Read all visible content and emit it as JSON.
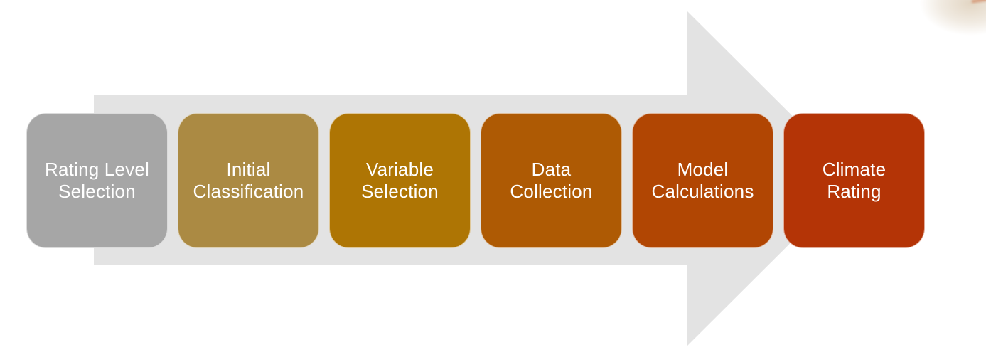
{
  "diagram": {
    "type": "horizontal-process-arrow",
    "direction": "right",
    "background_color": "#ffffff",
    "arrow_color": "#e3e3e3",
    "text_color": "#ffffff",
    "steps": [
      {
        "id": "rating-level-selection",
        "label": "Rating Level Selection",
        "line1": "Rating Level",
        "line2": "Selection",
        "color": "#a6a6a6"
      },
      {
        "id": "initial-classification",
        "label": "Initial Classification",
        "line1": "Initial",
        "line2": "Classification",
        "color": "#ab8a43"
      },
      {
        "id": "variable-selection",
        "label": "Variable Selection",
        "line1": "Variable",
        "line2": "Selection",
        "color": "#ae7504"
      },
      {
        "id": "data-collection",
        "label": "Data Collection",
        "line1": "Data",
        "line2": "Collection",
        "color": "#ae5a04"
      },
      {
        "id": "model-calculations",
        "label": "Model Calculations",
        "line1": "Model",
        "line2": "Calculations",
        "color": "#b14603"
      },
      {
        "id": "climate-rating",
        "label": "Climate Rating",
        "line1": "Climate",
        "line2": "Rating",
        "color": "#b43406"
      }
    ]
  }
}
